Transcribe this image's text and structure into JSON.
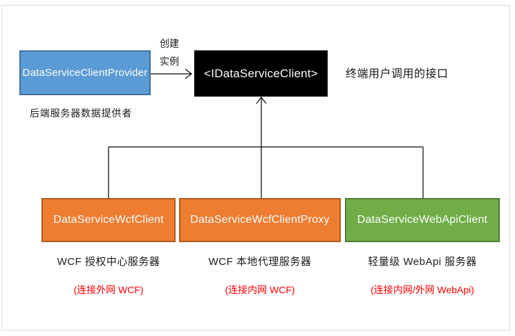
{
  "diagram": {
    "provider_box": {
      "label": "DataServiceClientProvider",
      "fill": "#5b9bd5",
      "border": "#41719c",
      "caption": "后端服务器数据提供者"
    },
    "interface_box": {
      "label": "<IDataServiceClient>",
      "fill": "#000000",
      "caption": "终端用户调用的接口"
    },
    "create_arrow": {
      "label_line1": "创建",
      "label_line2": "实例"
    },
    "clients": [
      {
        "label": "DataServiceWcfClient",
        "caption": "WCF 授权中心服务器",
        "note": "(连接外网 WCF)",
        "fill": "#ed7d31",
        "border": "#ae5a21"
      },
      {
        "label": "DataServiceWcfClientProxy",
        "caption": "WCF 本地代理服务器",
        "note": "(连接内网 WCF)",
        "fill": "#ed7d31",
        "border": "#ae5a21"
      },
      {
        "label": "DataServiceWebApiClient",
        "caption": "轻量级 WebApi 服务器",
        "note": "(连接内网/外网 WebApi)",
        "fill": "#70ad47",
        "border": "#507e32"
      }
    ],
    "note_color": "#ff0000",
    "line_color": "#000000",
    "frame_border_color": "#dddddd"
  }
}
